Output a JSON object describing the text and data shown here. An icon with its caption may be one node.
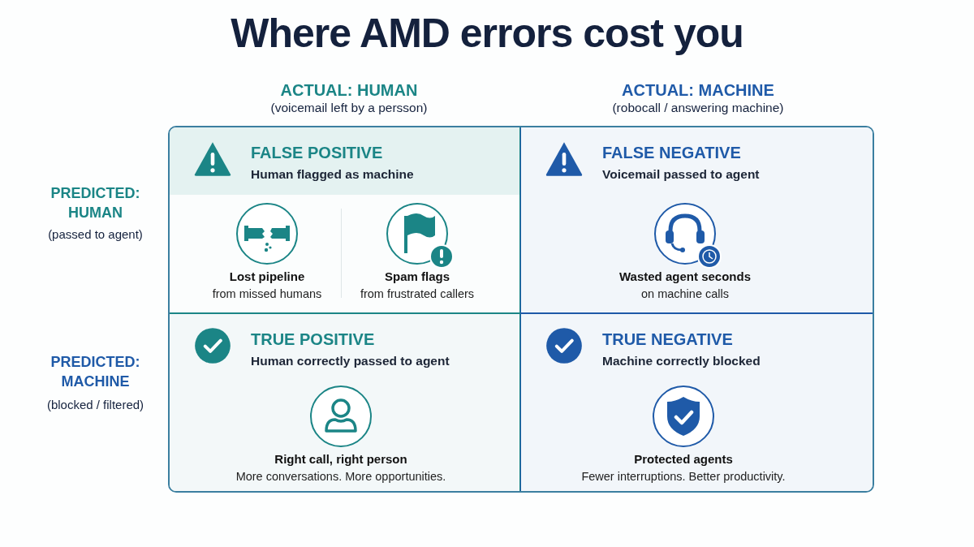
{
  "diagram": {
    "title": "Where AMD errors cost you",
    "nodes": [
      {
        "text": [
          "FALSE POSITIVE",
          "Human flagged as machine"
        ]
      },
      {
        "text": [
          "Lost pipeline",
          "from missed humans"
        ],
        "in": 0
      },
      {
        "text": [
          "Spam flags",
          "from frustrated callers"
        ],
        "in": 0
      },
      {
        "text": [
          "FALSE NEGATIVE",
          "Voicemail passed to agent"
        ]
      },
      {
        "text": [
          "Wasted agent seconds",
          "on machine calls"
        ],
        "in": 3
      },
      {
        "text": [
          "TRUE POSITIVE",
          "Human correctly passed to agent"
        ]
      },
      {
        "text": [
          "Right call, right person",
          "More conversations. More opportunities."
        ],
        "in": 5
      },
      {
        "text": [
          "TRUE NEGATIVE",
          "Machine correctly blocked"
        ]
      },
      {
        "text": [
          "Protected agents",
          "Fewer interruptions. Better productivity."
        ],
        "in": 7
      }
    ],
    "labels": [
      "ACTUAL: HUMAN",
      "(voicemail left by a persson)",
      "ACTUAL: MACHINE",
      "(robocall / answering machine)",
      "PREDICTED: HUMAN",
      "(passed to agent)",
      "PREDICTED: MACHINE",
      "(blocked / filtered)"
    ]
  }
}
